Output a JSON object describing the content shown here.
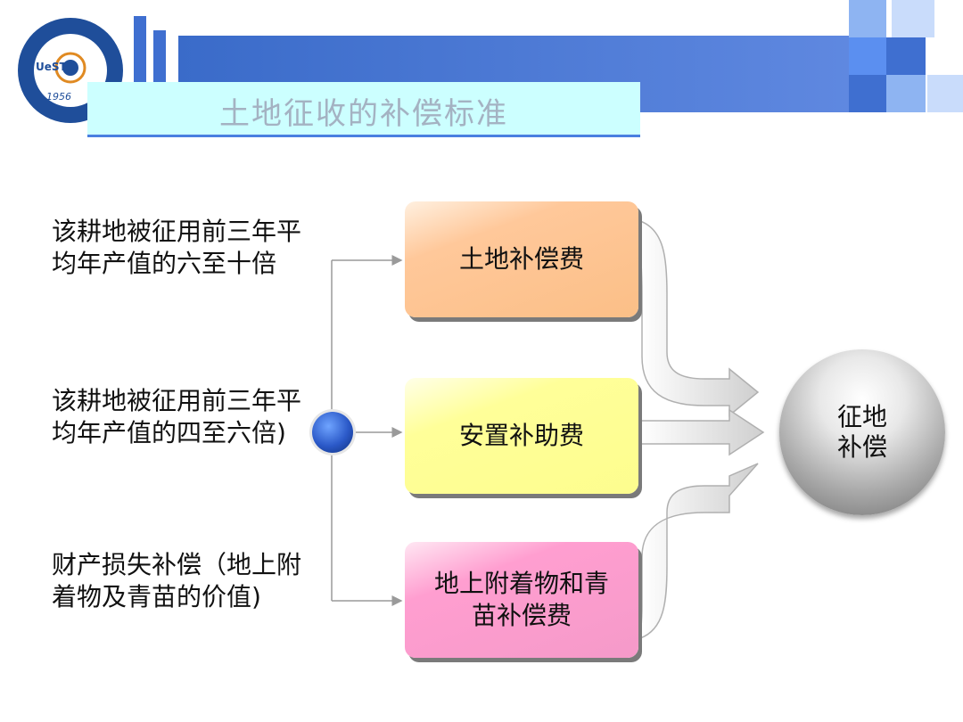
{
  "header": {
    "title": "土地征收的补偿标准",
    "logo_text": "UeSTC",
    "logo_year": "1956"
  },
  "descriptions": [
    "该耕地被征用前三年平均年产值的六至十倍",
    "该耕地被征用前三年平均年产值的四至六倍)",
    "财产损失补偿（地上附着物及青苗的价值)"
  ],
  "boxes": [
    "土地补偿费",
    "安置补助费",
    "地上附着物和青苗补偿费"
  ],
  "result": "征地补偿",
  "colors": {
    "box1": "#fbbf87",
    "box2": "#fdfd8e",
    "box3": "#f59ac9",
    "header_blue": "#3f6fd0",
    "title_bg": "#ccffff"
  }
}
